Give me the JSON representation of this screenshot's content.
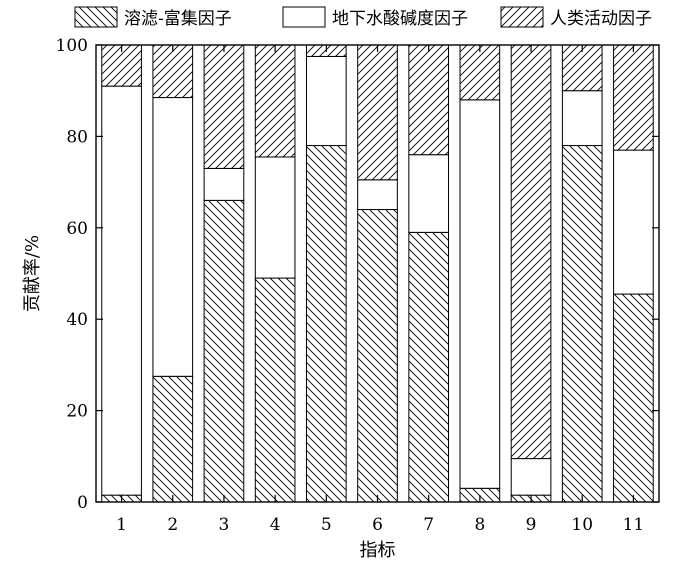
{
  "chart_data": {
    "type": "bar",
    "stacked": true,
    "categories": [
      "1",
      "2",
      "3",
      "4",
      "5",
      "6",
      "7",
      "8",
      "9",
      "10",
      "11"
    ],
    "series": [
      {
        "name": "溶滤-富集因子",
        "pattern": "backslash-hatch",
        "values": [
          1.5,
          27.5,
          66,
          49,
          78,
          64,
          59,
          3,
          1.5,
          78,
          45.5
        ]
      },
      {
        "name": "地下水酸碱度因子",
        "pattern": "none",
        "values": [
          89.5,
          61,
          7,
          26.5,
          19.5,
          6.5,
          17,
          85,
          8,
          12,
          31.5
        ]
      },
      {
        "name": "人类活动因子",
        "pattern": "slash-hatch",
        "values": [
          9,
          11.5,
          27,
          24.5,
          2.5,
          29.5,
          24,
          12,
          90.5,
          10,
          23
        ]
      }
    ],
    "xlabel": "指标",
    "ylabel": "贡献率/%",
    "ylim": [
      0,
      100
    ],
    "yticks": [
      0,
      20,
      40,
      60,
      80,
      100
    ],
    "grid": false,
    "legend": "top"
  }
}
